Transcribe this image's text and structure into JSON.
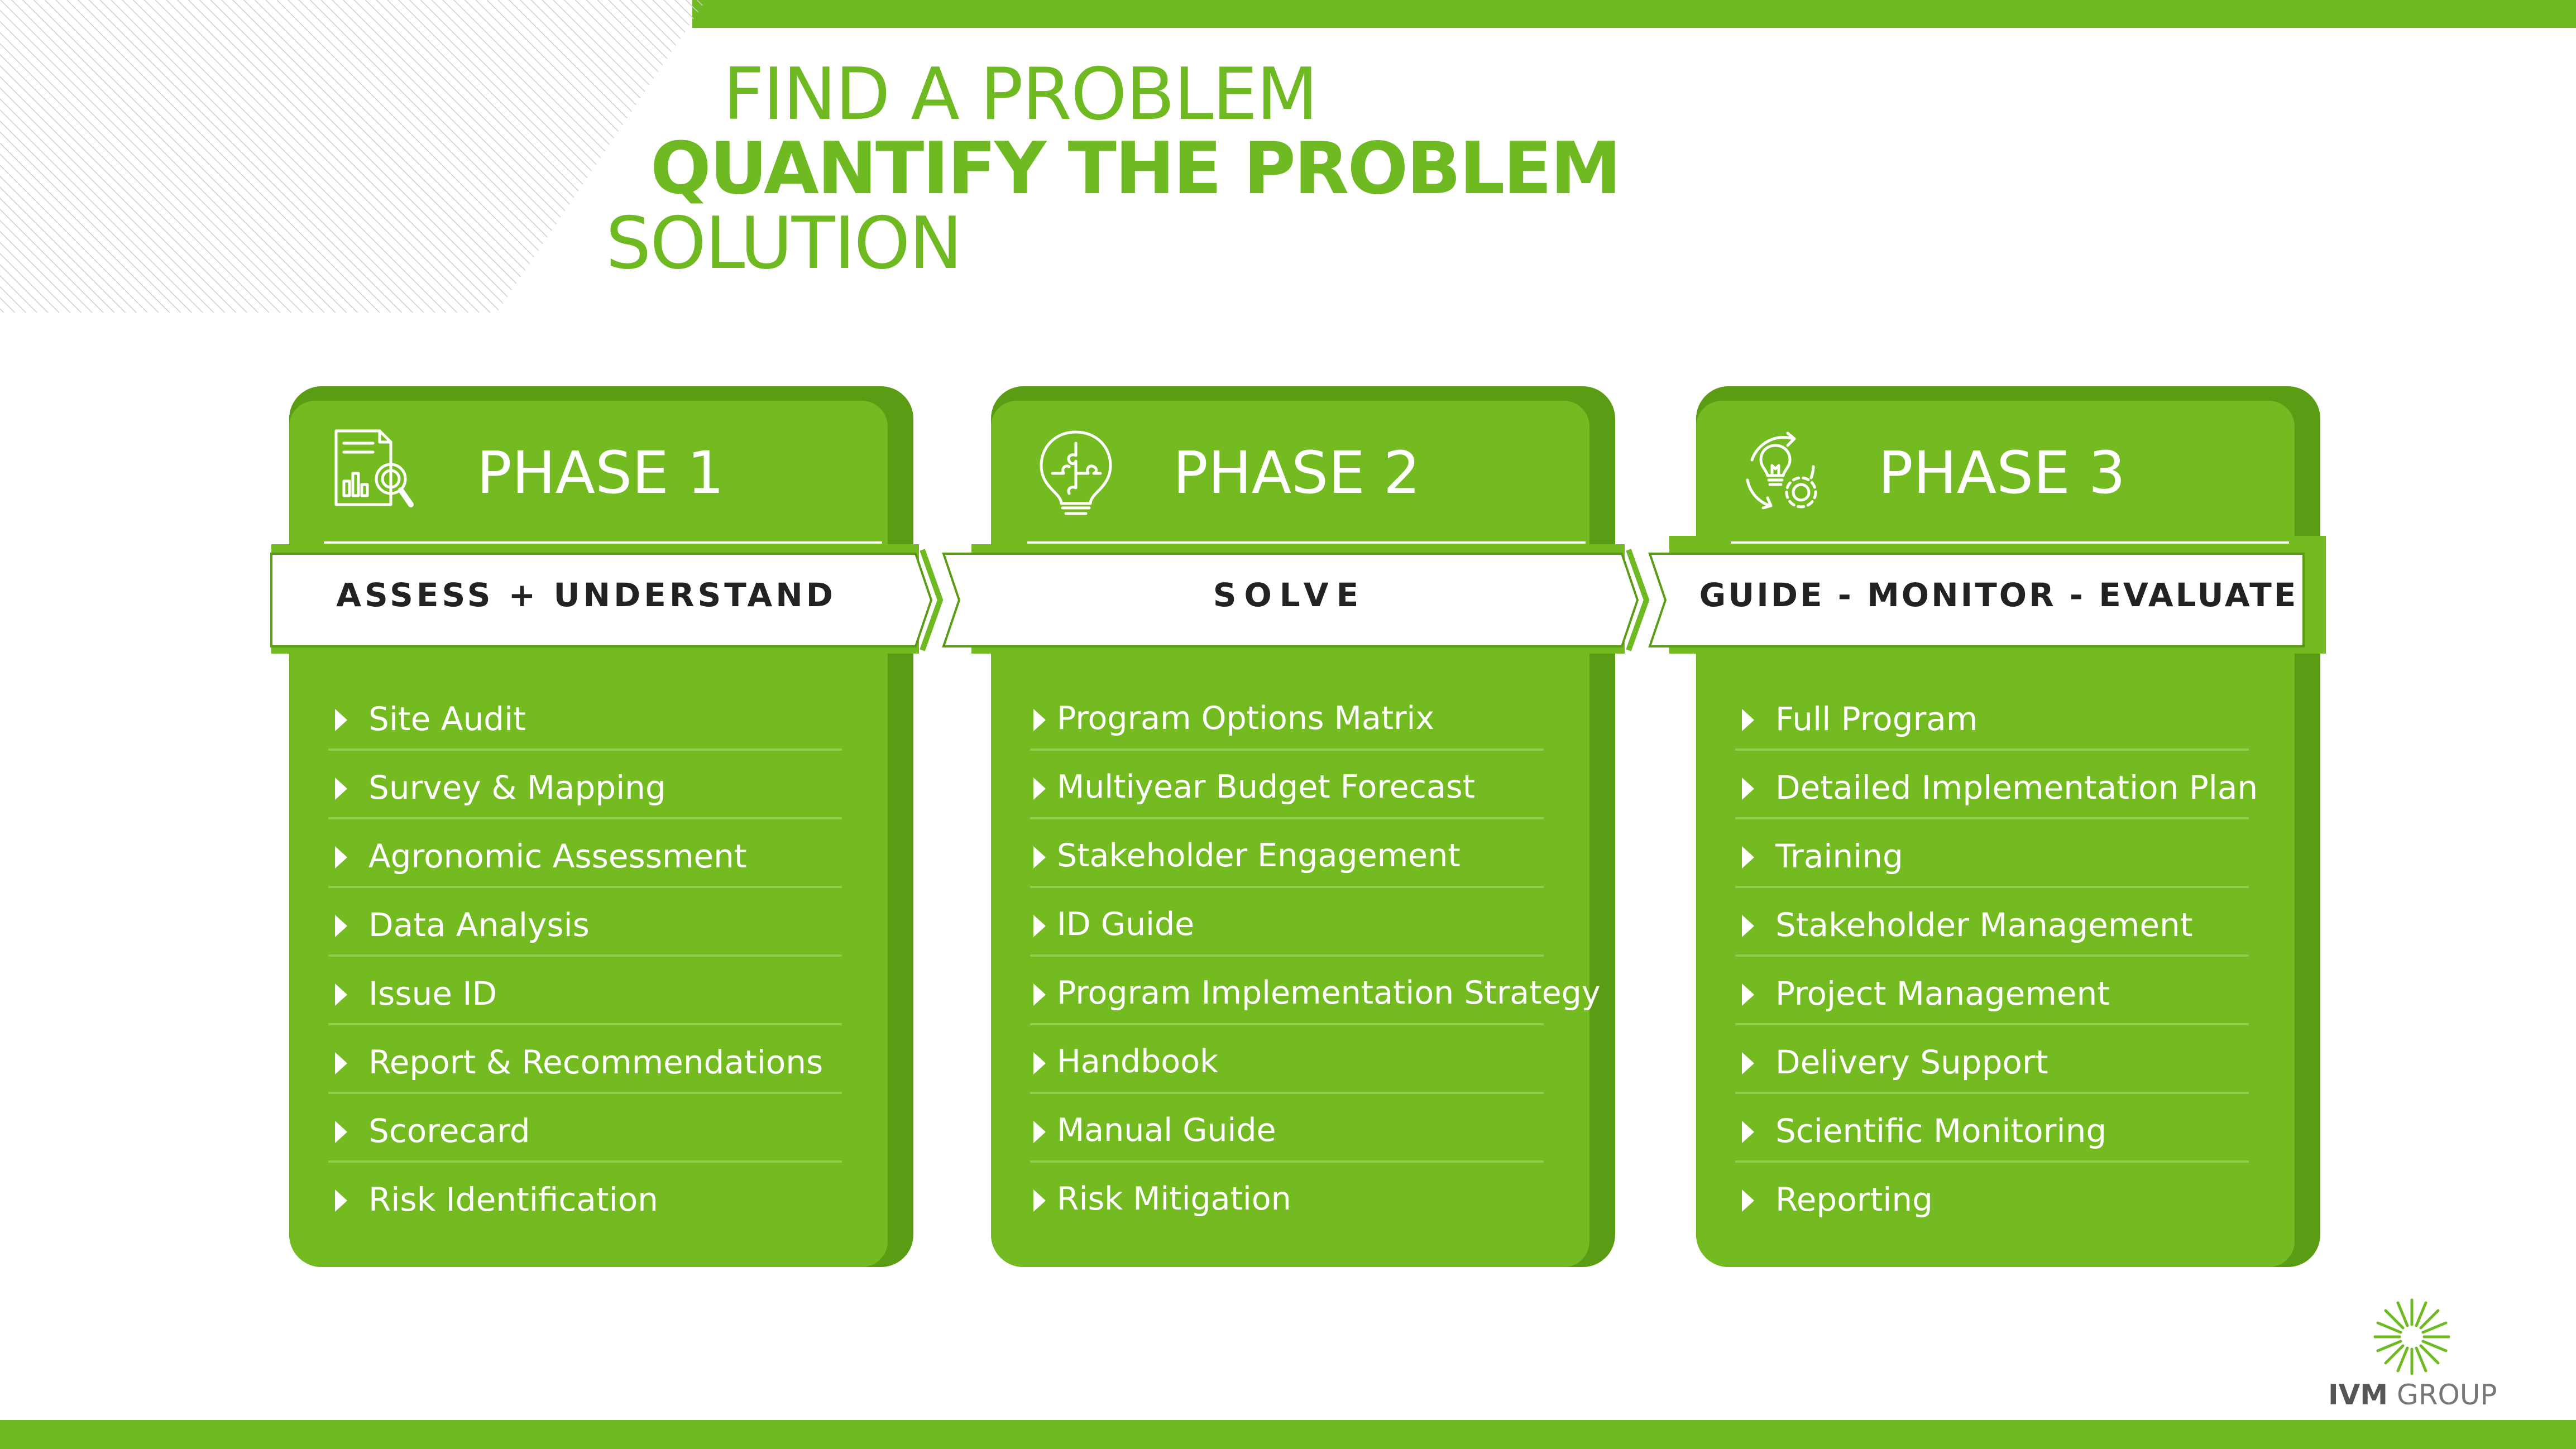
{
  "headline": {
    "line1": "FIND A PROBLEM",
    "line2": "QUANTIFY THE PROBLEM",
    "line3": "SOLUTION"
  },
  "phases": [
    {
      "title": "PHASE 1",
      "icon": "report-magnifier-icon",
      "banner": "ASSESS + UNDERSTAND",
      "items": [
        "Site Audit",
        "Survey & Mapping",
        "Agronomic Assessment",
        "Data Analysis",
        "Issue ID",
        "Report & Recommendations",
        "Scorecard",
        "Risk Identification"
      ]
    },
    {
      "title": "PHASE 2",
      "icon": "lightbulb-puzzle-icon",
      "banner": "SOLVE",
      "items": [
        "Program Options Matrix",
        "Multiyear Budget Forecast",
        "Stakeholder Engagement",
        "ID Guide",
        "Program Implementation Strategy",
        "Handbook",
        "Manual Guide",
        "Risk Mitigation"
      ]
    },
    {
      "title": "PHASE 3",
      "icon": "lightbulb-gear-cycle-icon",
      "banner": "GUIDE - MONITOR - EVALUATE",
      "items": [
        "Full Program",
        "Detailed Implementation Plan",
        "Training",
        "Stakeholder Management",
        "Project Management",
        "Delivery Support",
        "Scientific Monitoring",
        "Reporting"
      ]
    }
  ],
  "logo": {
    "brand": "IVM",
    "suffix": " GROUP"
  },
  "colors": {
    "green": "#6fba23",
    "green_dark": "#5a9c14",
    "divider": "#8ece4c",
    "banner_text": "#222222",
    "logo_text": "#777777"
  }
}
